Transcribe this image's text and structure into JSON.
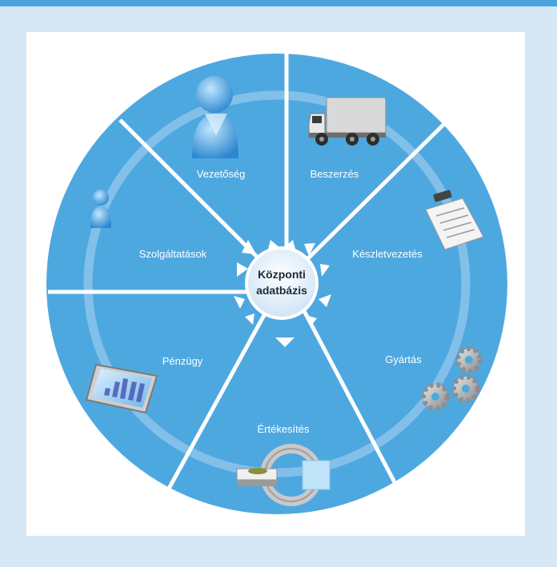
{
  "diagram": {
    "center": {
      "line1": "Központi",
      "line2": "adatbázis"
    },
    "segments": [
      {
        "label": "Vezetőség",
        "icon": "person-icon"
      },
      {
        "label": "Beszerzés",
        "icon": "truck-icon"
      },
      {
        "label": "Készletvezetés",
        "icon": "clipboard-icon"
      },
      {
        "label": "Gyártás",
        "icon": "gears-icon"
      },
      {
        "label": "Értékesítés",
        "icon": "payment-terminal-icon"
      },
      {
        "label": "Pénzügy",
        "icon": "chart-screen-icon"
      },
      {
        "label": "Szolgáltatások",
        "icon": "small-person-icon"
      }
    ]
  },
  "colors": {
    "background": "#d6e7f6",
    "top_bar": "#4aa3dd",
    "wheel": "#4ea8e0",
    "ring": "#82c0ea",
    "hub": "#dceefb",
    "divider": "#ffffff"
  }
}
